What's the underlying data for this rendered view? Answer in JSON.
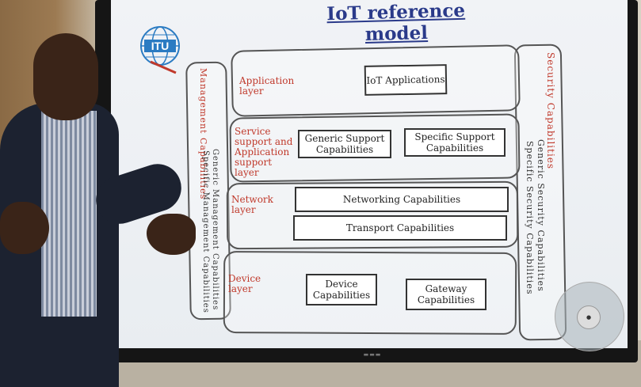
{
  "slide": {
    "title": "IoT reference model",
    "logo_text": "ITU",
    "management": {
      "title": "Management Capabilities",
      "line1": "Generic Management Capabilities",
      "line2": "Specific Management Capabilities"
    },
    "security": {
      "title": "Security Capabilities",
      "line1": "Generic Security Capabilities",
      "line2": "Specific Security Capabilities"
    },
    "layers": {
      "application": {
        "label": "Application layer",
        "cap1": "IoT Applications"
      },
      "service": {
        "label": "Service support and Application support layer",
        "cap1": "Generic Support Capabilities",
        "cap2": "Specific Support Capabilities"
      },
      "network": {
        "label": "Network layer",
        "cap1": "Networking Capabilities",
        "cap2": "Transport Capabilities"
      },
      "device": {
        "label": "Device layer",
        "cap1": "Device Capabilities",
        "cap2": "Gateway Capabilities"
      }
    }
  },
  "colors": {
    "title": "#2a3a8a",
    "label_red": "#c0392b",
    "logo_blue": "#2b7bc2"
  },
  "icons": [
    "itu-globe-icon",
    "wheel-menu-icon"
  ]
}
